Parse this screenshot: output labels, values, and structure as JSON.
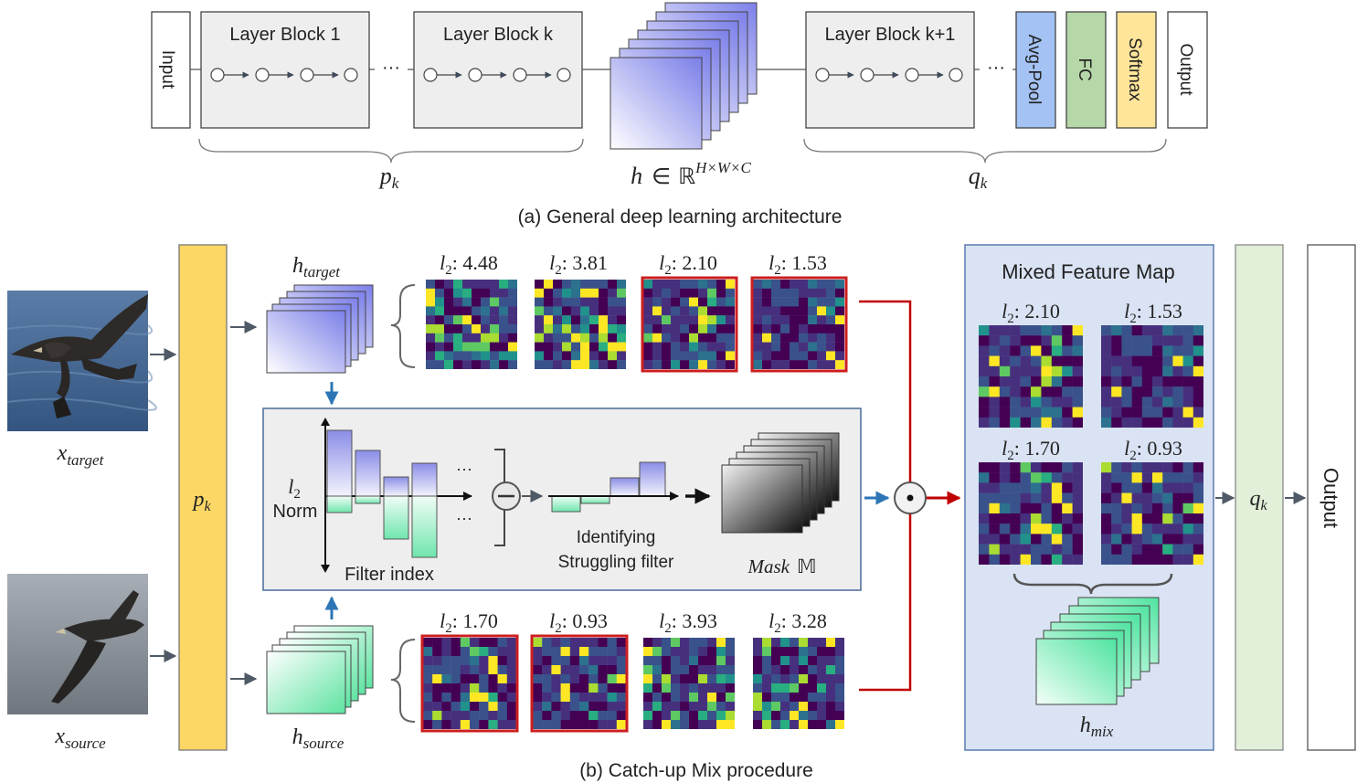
{
  "part_a": {
    "caption": "(a) General deep learning architecture",
    "input_label": "Input",
    "block1_label": "Layer Block 1",
    "blockk_label": "Layer Block k",
    "blockk1_label": "Layer Block k+1",
    "ellipsis": "···",
    "avgpool_label": "Avg-Pool",
    "fc_label": "FC",
    "softmax_label": "Softmax",
    "output_label": "Output",
    "pk": {
      "base": "p",
      "sub": "k"
    },
    "h": {
      "base": "h",
      "in": "∈",
      "space": "ℝ",
      "sup": "H×W×C"
    },
    "qk": {
      "base": "q",
      "sub": "k"
    }
  },
  "part_b": {
    "caption": "(b) Catch-up Mix procedure",
    "x_target": {
      "base": "x",
      "sub": "target"
    },
    "x_source": {
      "base": "x",
      "sub": "source"
    },
    "pk": {
      "base": "p",
      "sub": "k"
    },
    "h_target": {
      "base": "h",
      "sub": "target"
    },
    "h_source": {
      "base": "h",
      "sub": "source"
    },
    "l2_sym": {
      "base": "l",
      "sub": "2"
    },
    "target_norms": [
      "4.48",
      "3.81",
      "2.10",
      "1.53"
    ],
    "source_norms": [
      "1.70",
      "0.93",
      "3.93",
      "3.28"
    ],
    "panel": {
      "y_label_norm": "Norm",
      "x_label": "Filter index",
      "dots": "···",
      "identify_line1": "Identifying",
      "identify_line2": "Struggling filter",
      "mask_word": "Mask",
      "mask_sym": "𝕄"
    },
    "mixed": {
      "title": "Mixed Feature Map",
      "norms": [
        "2.10",
        "1.53",
        "1.70",
        "0.93"
      ],
      "h_mix": {
        "base": "h",
        "sub": "mix"
      }
    },
    "qk": {
      "base": "q",
      "sub": "k"
    },
    "output_label": "Output"
  },
  "colors": {
    "pk_yellow": "#fdd766",
    "qk_green": "#e2efd9",
    "avgpool_blue": "#a4c2f4",
    "fc_green": "#b6d7a8",
    "softmax_yellow": "#ffe599",
    "mixed_bg": "#dae3f3",
    "highlight_red": "#cc1f1f",
    "arrow_blue": "#2e75b6",
    "arrow_red": "#c00000",
    "target_purple": "#7b7fe8",
    "source_green": "#5ee3a1"
  }
}
